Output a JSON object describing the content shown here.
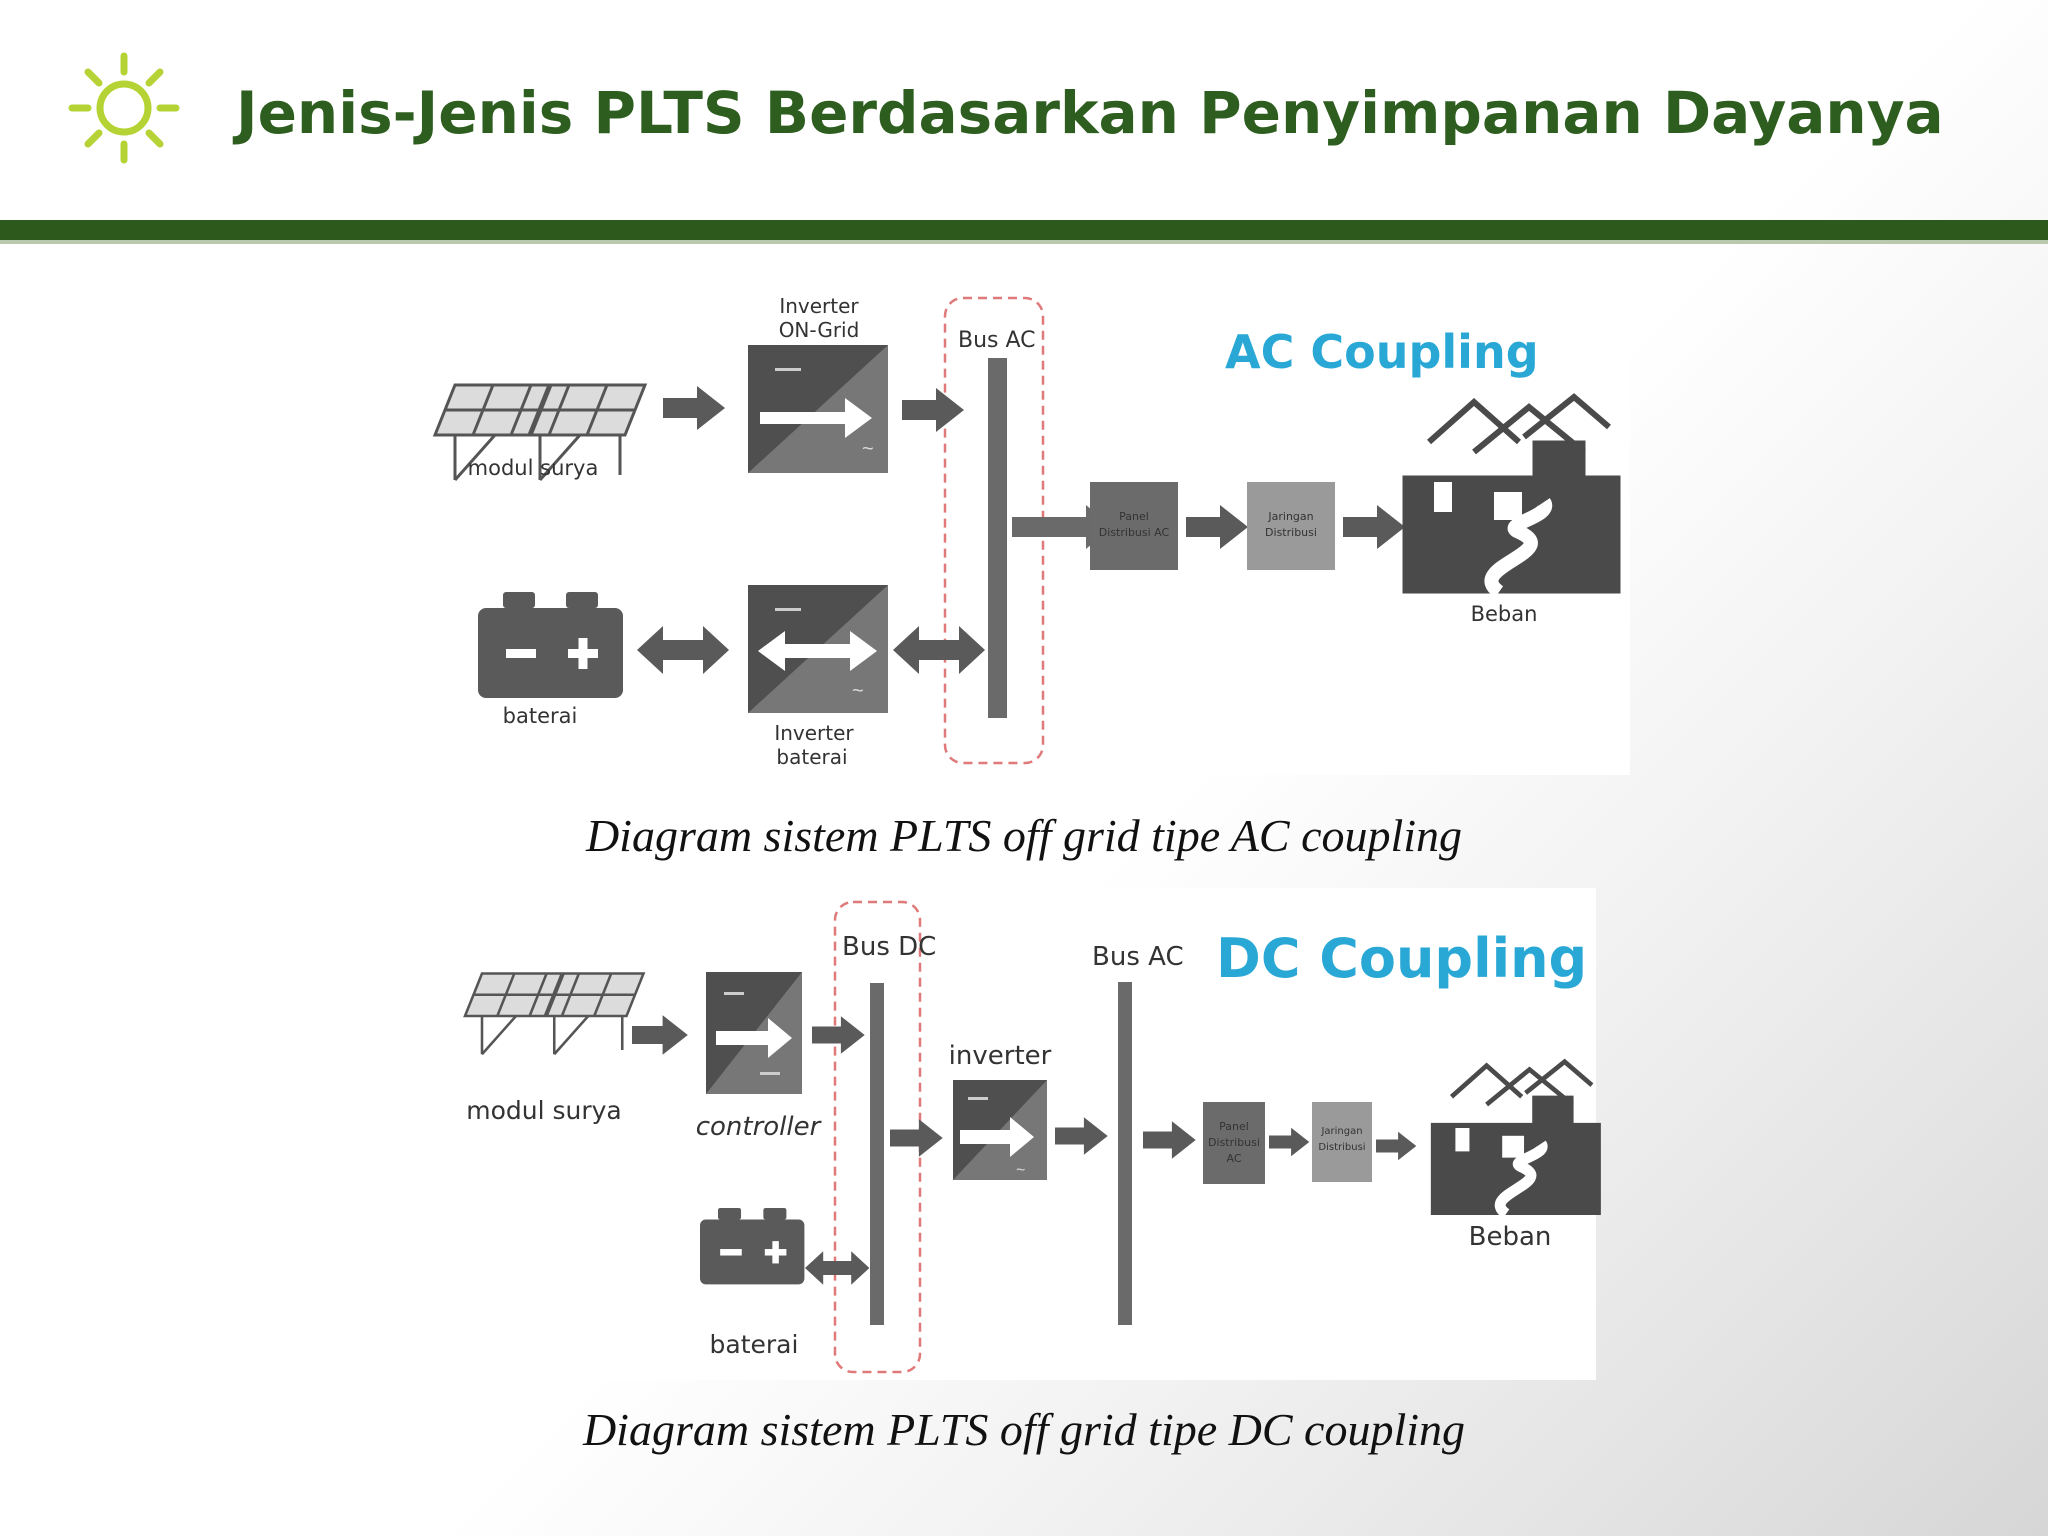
{
  "slide": {
    "title": "Jenis-Jenis PLTS Berdasarkan Penyimpanan Dayanya",
    "colors": {
      "title": "#2e5e1f",
      "rule": "#2d5a1c",
      "accent_icon": "#b5d334",
      "coupling": "#29a8d6",
      "box": "#555555",
      "arrow": "#5a5a5a"
    },
    "icon": "sun-icon"
  },
  "ac_diagram": {
    "heading": "AC Coupling",
    "labels": {
      "inverter_on_grid": [
        "Inverter",
        "ON-Grid"
      ],
      "bus_ac": "Bus AC",
      "modul_surya": "modul surya",
      "baterai": "baterai",
      "inverter_baterai": [
        "Inverter",
        "baterai"
      ],
      "panel_distribusi": [
        "Panel",
        "Distribusi AC"
      ],
      "jaringan_distribusi": [
        "Jaringan",
        "Distribusi"
      ],
      "beban": "Beban"
    },
    "caption": "Diagram sistem PLTS off grid tipe AC coupling"
  },
  "dc_diagram": {
    "heading": "DC Coupling",
    "labels": {
      "bus_dc": "Bus DC",
      "bus_ac": "Bus AC",
      "modul_surya": "modul surya",
      "controller": "controller",
      "inverter": "inverter",
      "baterai": "baterai",
      "panel_distribusi": [
        "Panel",
        "Distribusi",
        "AC"
      ],
      "jaringan_distribusi": [
        "Jaringan",
        "Distribusi"
      ],
      "beban": "Beban"
    },
    "caption": "Diagram sistem PLTS off grid tipe DC coupling"
  }
}
